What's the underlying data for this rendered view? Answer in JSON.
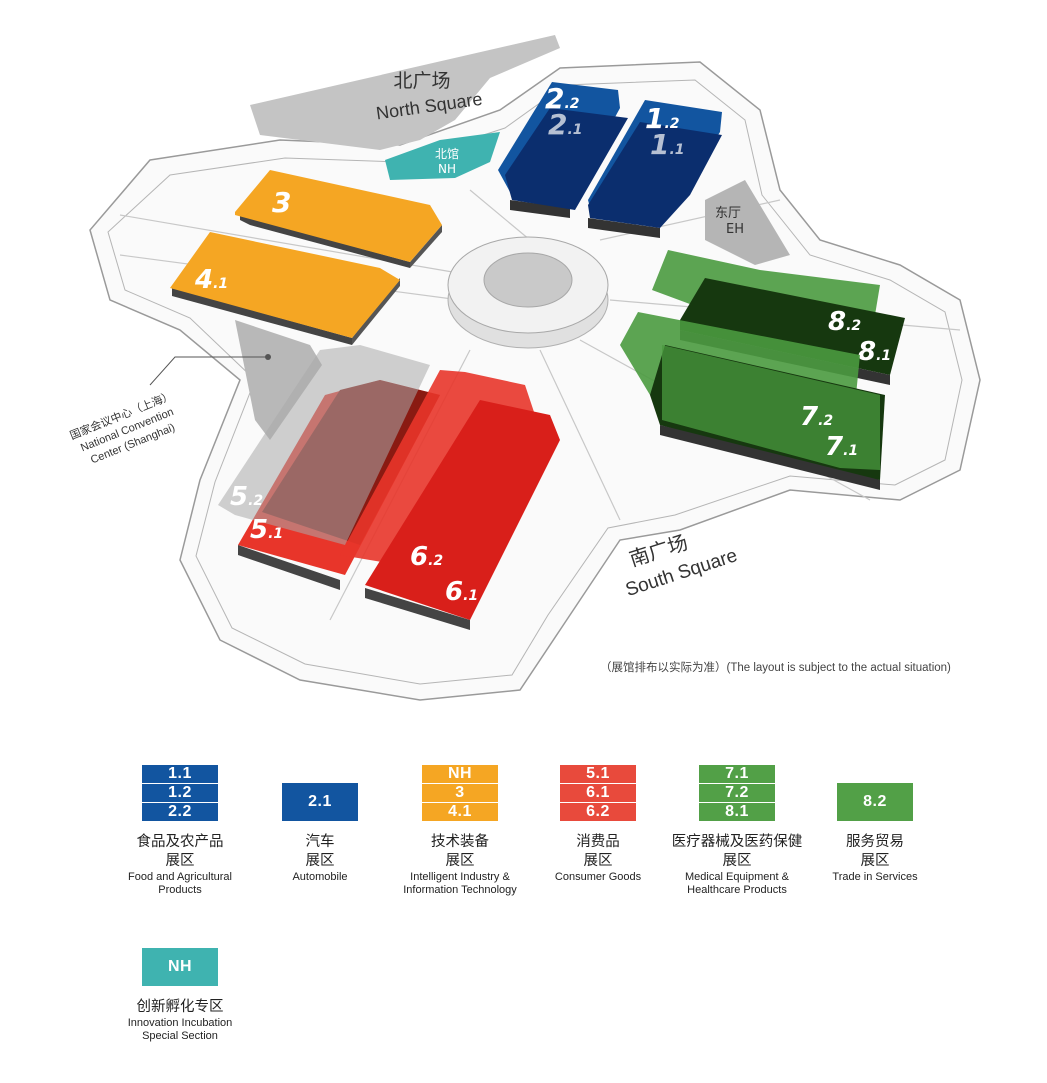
{
  "colors": {
    "blue": "#1255a0",
    "navy": "#0b2e6e",
    "orange": "#f5a623",
    "red": "#e8352a",
    "darkred": "#8a1a12",
    "green": "#4a9a3f",
    "darkgreen": "#16380f",
    "teal": "#3fb3b0",
    "gray": "#bbbbbb",
    "outline": "#999999"
  },
  "map": {
    "north_square_zh": "北广场",
    "north_square_en": "North Square",
    "south_square_zh": "南广场",
    "south_square_en": "South Square",
    "north_hall_zh": "北馆",
    "north_hall_en": "NH",
    "east_hall_zh": "东厅",
    "east_hall_en": "EH",
    "ncc_line1": "国家会议中心（上海）",
    "ncc_line2": "National Convention",
    "ncc_line3": "Center (Shanghai)",
    "halls": {
      "h3": {
        "main": "3",
        "sub": ""
      },
      "h41": {
        "main": "4",
        "sub": ".1"
      },
      "h22": {
        "main": "2",
        "sub": ".2"
      },
      "h21": {
        "main": "2",
        "sub": ".1"
      },
      "h12": {
        "main": "1",
        "sub": ".2"
      },
      "h11": {
        "main": "1",
        "sub": ".1"
      },
      "h82": {
        "main": "8",
        "sub": ".2"
      },
      "h81": {
        "main": "8",
        "sub": ".1"
      },
      "h72": {
        "main": "7",
        "sub": ".2"
      },
      "h71": {
        "main": "7",
        "sub": ".1"
      },
      "h52": {
        "main": "5",
        "sub": ".2"
      },
      "h51": {
        "main": "5",
        "sub": ".1"
      },
      "h62": {
        "main": "6",
        "sub": ".2"
      },
      "h61": {
        "main": "6",
        "sub": ".1"
      }
    }
  },
  "note": "（展馆排布以实际为准）(The layout is subject to the actual situation)",
  "legend": [
    {
      "halls": [
        "1.1",
        "1.2",
        "2.2"
      ],
      "zh": [
        "食品及农产品",
        "展区"
      ],
      "en": [
        "Food and Agricultural",
        "Products"
      ],
      "color": "#1255a0"
    },
    {
      "halls": [
        "2.1"
      ],
      "zh": [
        "汽车",
        "展区"
      ],
      "en": [
        "Automobile"
      ],
      "color": "#1255a0"
    },
    {
      "halls": [
        "NH",
        "3",
        "4.1"
      ],
      "zh": [
        "技术装备",
        "展区"
      ],
      "en": [
        "Intelligent Industry &",
        "Information Technology"
      ],
      "color": "#f5a623"
    },
    {
      "halls": [
        "5.1",
        "6.1",
        "6.2"
      ],
      "zh": [
        "消费品",
        "展区"
      ],
      "en": [
        "Consumer Goods"
      ],
      "color": "#e84a3c"
    },
    {
      "halls": [
        "7.1",
        "7.2",
        "8.1"
      ],
      "zh": [
        "医疗器械及医药保健",
        "展区"
      ],
      "en": [
        "Medical Equipment &",
        "Healthcare Products"
      ],
      "color": "#52a047"
    },
    {
      "halls": [
        "8.2"
      ],
      "zh": [
        "服务贸易",
        "展区"
      ],
      "en": [
        "Trade in Services"
      ],
      "color": "#52a047"
    },
    {
      "halls": [
        "NH"
      ],
      "zh": [
        "创新孵化专区"
      ],
      "en": [
        "Innovation Incubation",
        "Special Section"
      ],
      "color": "#3fb3b0"
    }
  ]
}
